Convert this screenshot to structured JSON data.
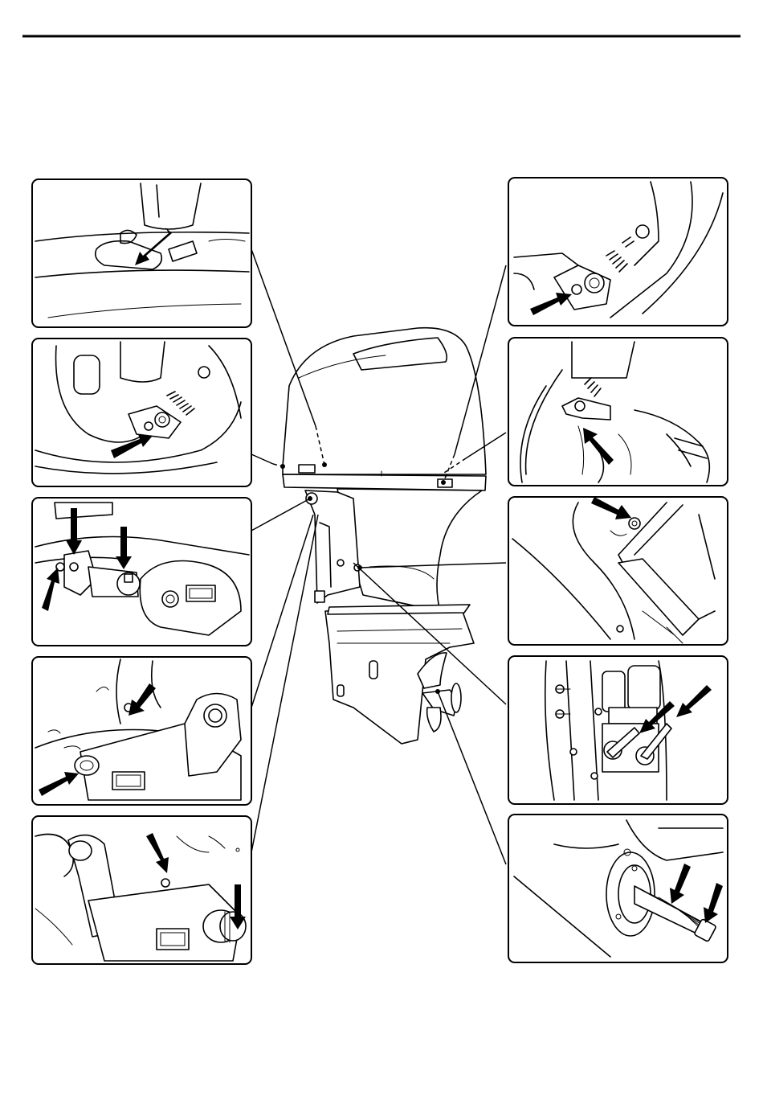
{
  "page": {
    "header_rule": true,
    "background": "#ffffff",
    "line_color": "#000000"
  },
  "diagram": {
    "subject": "outboard-motor",
    "left_panels": [
      {
        "id": "cowling-latch-front-left",
        "arrow_count": 1
      },
      {
        "id": "cowling-hook-spring-left",
        "arrow_count": 1
      },
      {
        "id": "steering-bracket-grease-points",
        "arrow_count": 3
      },
      {
        "id": "swivel-bracket-grease-nipple",
        "arrow_count": 2
      },
      {
        "id": "tilt-tube-grease-nipple",
        "arrow_count": 2
      }
    ],
    "right_panels": [
      {
        "id": "cowling-latch-rear-right",
        "arrow_count": 1
      },
      {
        "id": "cowling-hook-spring-right",
        "arrow_count": 1
      },
      {
        "id": "tilt-lock-lever-pivot",
        "arrow_count": 1
      },
      {
        "id": "trim-rod-pins",
        "arrow_count": 2
      },
      {
        "id": "propeller-shaft-spline",
        "arrow_count": 2
      }
    ]
  }
}
